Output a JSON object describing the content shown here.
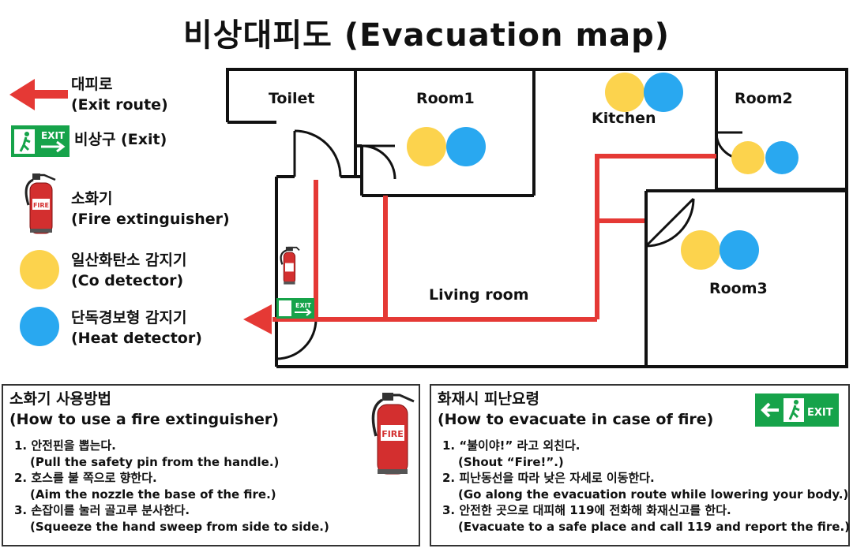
{
  "title": "비상대피도 (Evacuation map)",
  "legend": {
    "exit_route": {
      "ko": "대피로",
      "en": "(Exit route)"
    },
    "exit": {
      "label": "비상구 (Exit)",
      "sign_text": "EXIT"
    },
    "extinguisher": {
      "ko": "소화기",
      "en": "(Fire extinguisher)"
    },
    "co_detector": {
      "ko": "일산화탄소 감지기",
      "en": "(Co detector)"
    },
    "heat_detector": {
      "ko": "단독경보형 감지기",
      "en": "(Heat detector)"
    }
  },
  "rooms": {
    "toilet": "Toilet",
    "room1": "Room1",
    "kitchen": "Kitchen",
    "room2": "Room2",
    "living": "Living room",
    "room3": "Room3"
  },
  "extinguisher_text": "FIRE",
  "colors": {
    "route": "#e53935",
    "co": "#fcd34d",
    "heat": "#29a8f0",
    "exit_green": "#16a34a",
    "wall": "#111111"
  },
  "panel_left": {
    "title_ko": "소화기 사용방법",
    "title_en": "(How to use a fire extinguisher)",
    "steps": [
      {
        "ko": "1. 안전핀을 뽑는다.",
        "en": "(Pull the safety pin from the handle.)"
      },
      {
        "ko": "2. 호스를 불 쪽으로 향한다.",
        "en": "(Aim the nozzle the base of the fire.)"
      },
      {
        "ko": "3. 손잡이를 눌러 골고루 분사한다.",
        "en": "(Squeeze the hand sweep from side to side.)"
      }
    ]
  },
  "panel_right": {
    "title_ko": "화재시 피난요령",
    "title_en": "(How to evacuate in case of fire)",
    "exit_sign": "EXIT",
    "steps": [
      {
        "ko": "1. “불이야!” 라고 외친다.",
        "en": "(Shout “Fire!”.)"
      },
      {
        "ko": "2. 피난동선을 따라 낮은 자세로 이동한다.",
        "en": "(Go along the evacuation route while lowering your body.)"
      },
      {
        "ko": "3. 안전한 곳으로 대피해 119에 전화해 화재신고를 한다.",
        "en": "(Evacuate to a safe place and call 119 and report the fire.)"
      }
    ]
  }
}
